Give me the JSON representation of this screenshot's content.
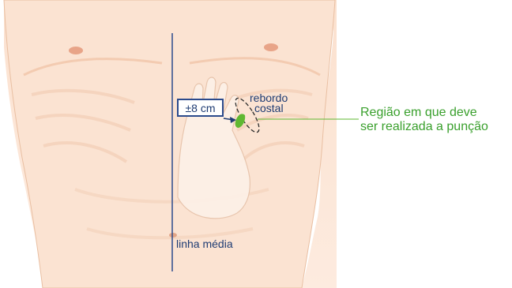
{
  "labels": {
    "measurement": "±8 cm",
    "costal_margin_line1": "rebordo",
    "costal_margin_line2": "costal",
    "midline": "linha média",
    "callout_line1": "Região em que deve",
    "callout_line2": "ser realizada a punção"
  },
  "colors": {
    "skin": "#fbe3d2",
    "skin_shadow": "#f3c9ad",
    "nipple": "#e8a488",
    "midline_line": "#2b4a8c",
    "label_text": "#1f3c73",
    "puncture_zone": "#5fb832",
    "callout_text": "#3aa02d",
    "hand": "#fdf1e8"
  }
}
